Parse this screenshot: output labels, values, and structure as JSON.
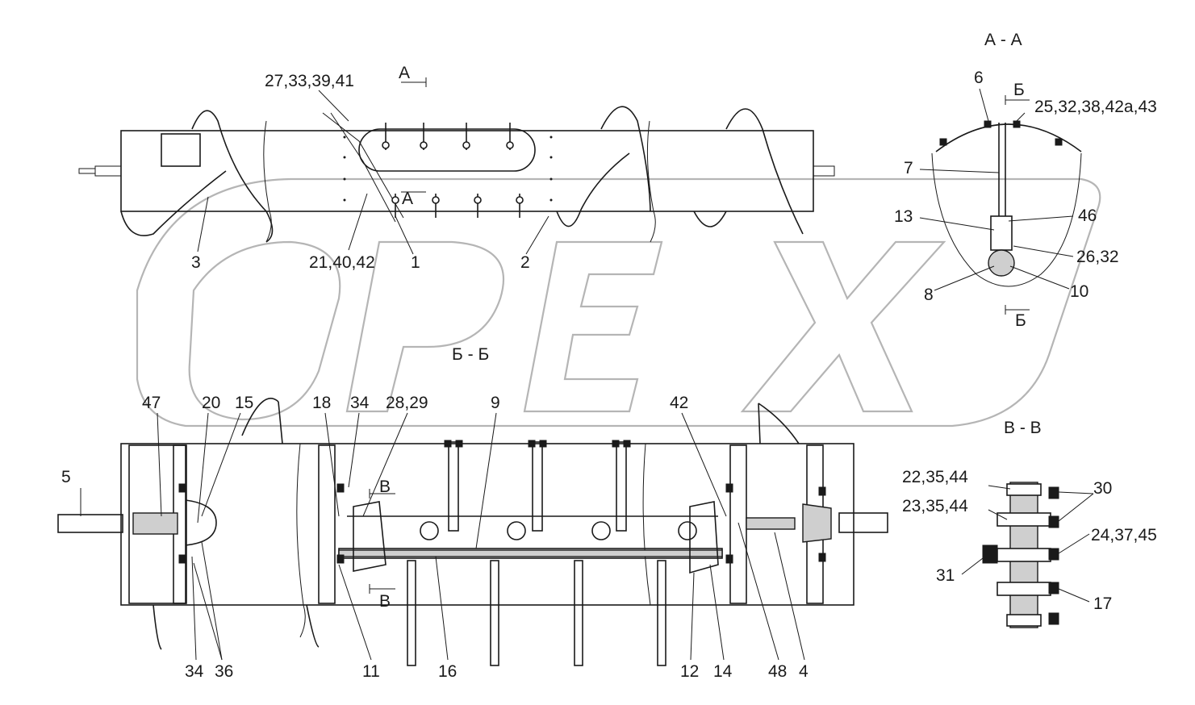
{
  "sections": {
    "aa_title": "А - А",
    "bb_title": "Б - Б",
    "vv_title": "В - В",
    "cut_a": "А",
    "cut_b": "Б",
    "cut_v": "В"
  },
  "watermark": "OPEX",
  "colors": {
    "ink": "#1a1a1a",
    "watermark": "#b5b5b5",
    "section_fill": "#cfcfcf"
  },
  "callouts_top": {
    "c_27_33_39_41": "27,33,39,41",
    "c_21_40_42": "21,40,42",
    "c_1": "1",
    "c_2": "2",
    "c_3": "3"
  },
  "callouts_aa": {
    "c_6": "6",
    "c_25_32_38_42a_43": "25,32,38,42а,43",
    "c_7": "7",
    "c_13": "13",
    "c_46": "46",
    "c_26_32": "26,32",
    "c_8": "8",
    "c_10": "10"
  },
  "callouts_bb": {
    "c_47": "47",
    "c_20": "20",
    "c_15": "15",
    "c_18": "18",
    "c_34_top": "34",
    "c_28_29": "28,29",
    "c_9": "9",
    "c_42": "42",
    "c_5": "5",
    "c_34_bottom": "34",
    "c_36": "36",
    "c_11": "11",
    "c_16": "16",
    "c_12": "12",
    "c_14": "14",
    "c_48": "48",
    "c_4": "4"
  },
  "callouts_vv": {
    "c_22_35_44": "22,35,44",
    "c_23_35_44": "23,35,44",
    "c_30": "30",
    "c_24_37_45": "24,37,45",
    "c_31": "31",
    "c_17": "17"
  }
}
